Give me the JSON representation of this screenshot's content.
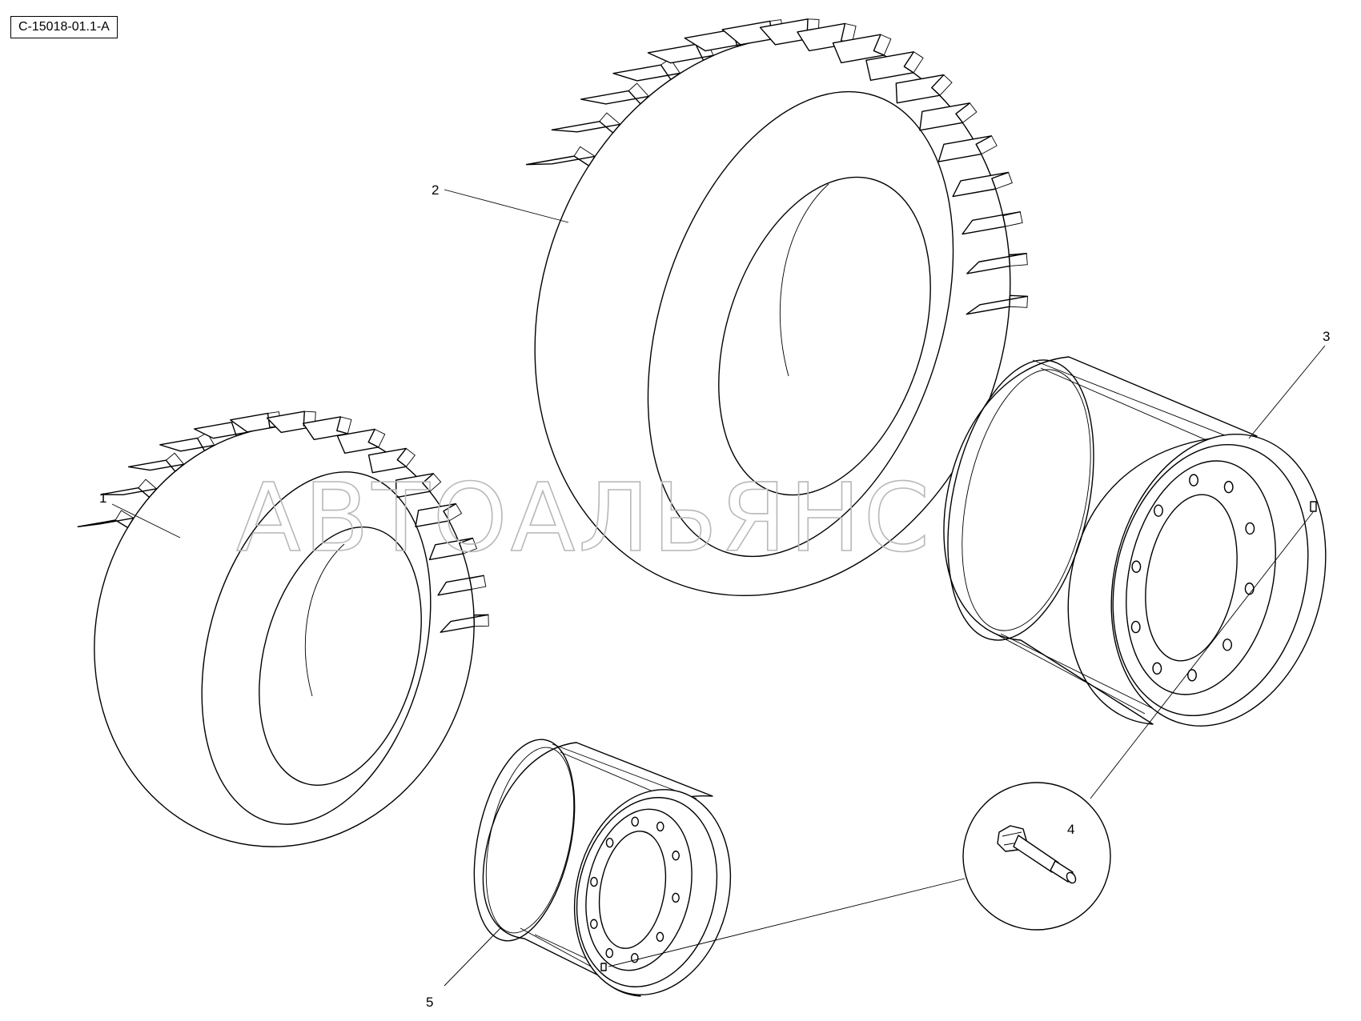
{
  "drawing_ref": "C-15018-01.1-A",
  "watermark": "АВТОАЛЬЯНС",
  "callouts": [
    {
      "id": "1",
      "label": "1"
    },
    {
      "id": "2",
      "label": "2"
    },
    {
      "id": "3",
      "label": "3"
    },
    {
      "id": "4",
      "label": "4"
    },
    {
      "id": "5",
      "label": "5"
    }
  ]
}
